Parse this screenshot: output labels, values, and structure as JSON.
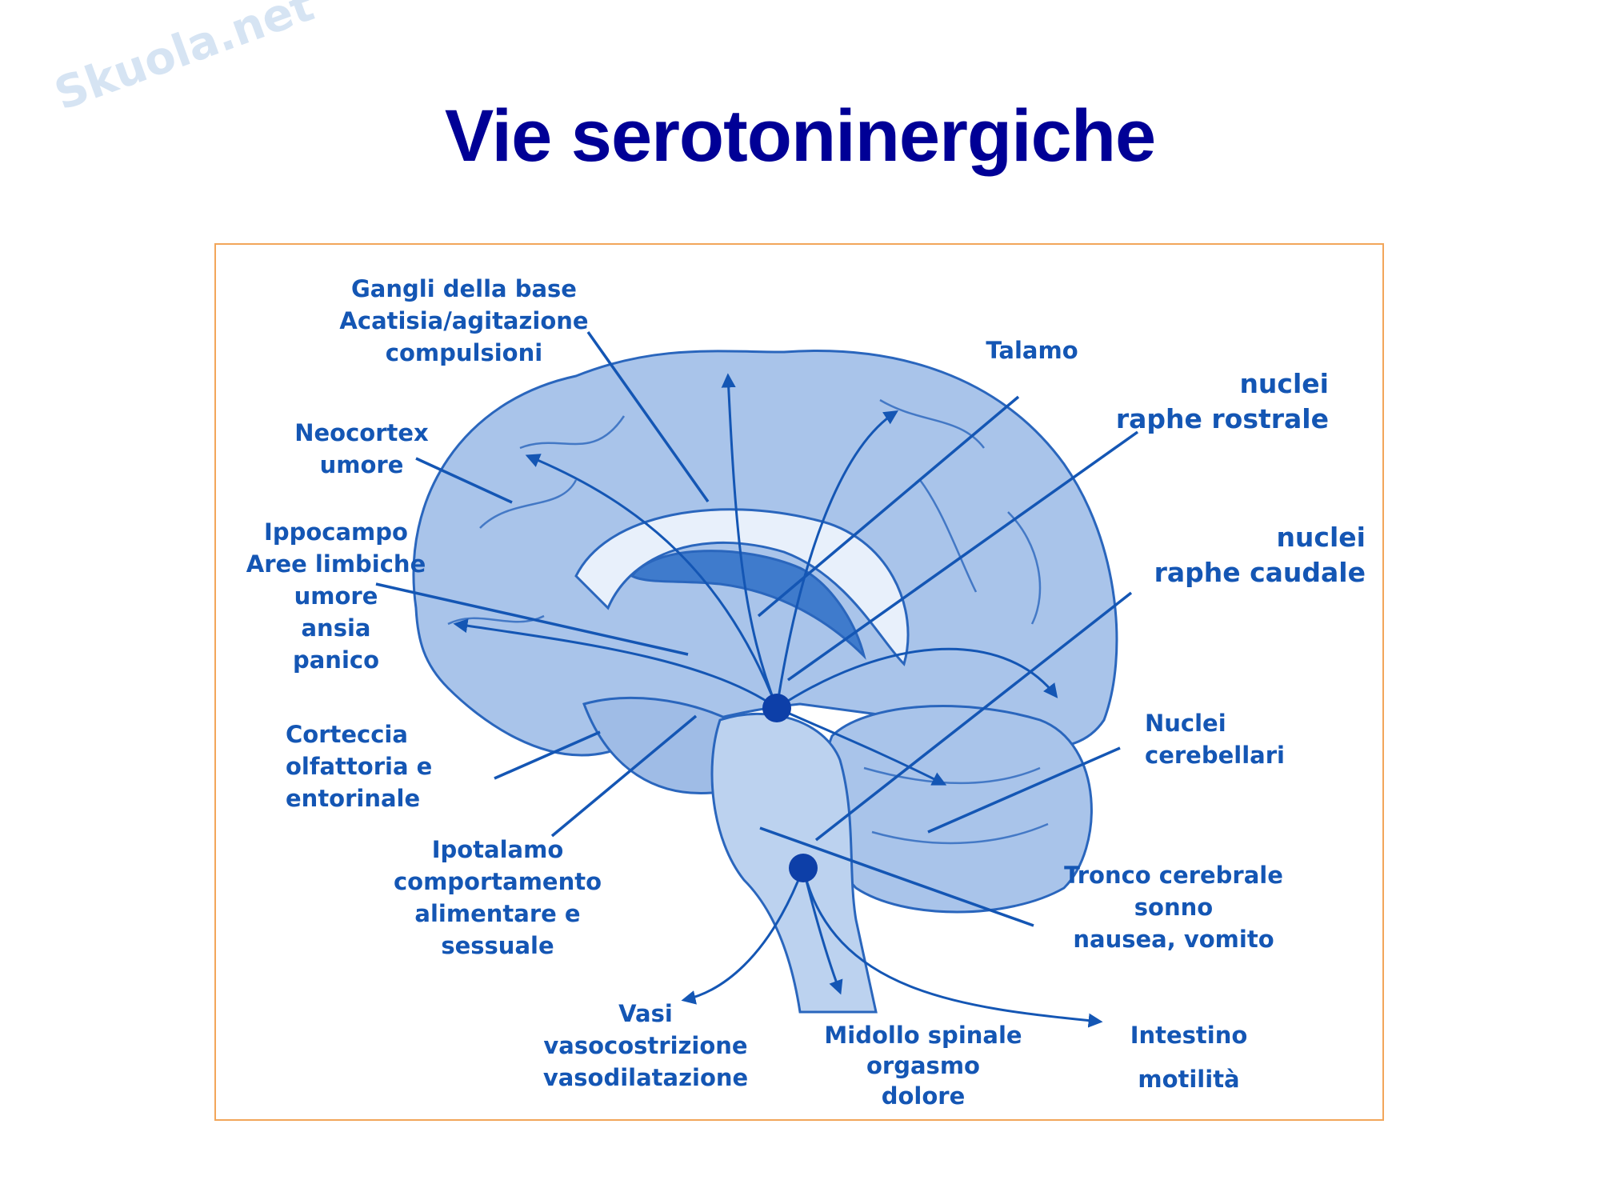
{
  "title": "Vie serotoninergiche",
  "watermark": "Skuola.net",
  "colors": {
    "title": "#000096",
    "label": "#1456b4",
    "frame": "#f2a65a",
    "brain": "#a9c4ea"
  },
  "labels": {
    "gangli": [
      "Gangli della base",
      "Acatisia/agitazione",
      "compulsioni"
    ],
    "neocortex": [
      "Neocortex",
      "umore"
    ],
    "ippocampo": [
      "Ippocampo",
      "Aree limbiche",
      "umore",
      "ansia",
      "panico"
    ],
    "corteccia": [
      "Corteccia",
      "olfattoria e",
      "entorinale"
    ],
    "ipotalamo": [
      "Ipotalamo",
      "comportamento",
      "alimentare e",
      "sessuale"
    ],
    "vasi": [
      "Vasi",
      "vasocostrizione",
      "vasodilatazione"
    ],
    "midollo": [
      "Midollo spinale",
      "orgasmo",
      "dolore"
    ],
    "intestino": [
      "Intestino",
      "motilità"
    ],
    "tronco": [
      "Tronco cerebrale",
      "sonno",
      "nausea, vomito"
    ],
    "cerebellari": [
      "Nuclei",
      "cerebellari"
    ],
    "caudale": [
      "nuclei",
      "raphe caudale"
    ],
    "rostrale": [
      "nuclei",
      "raphe rostrale"
    ],
    "talamo": [
      "Talamo"
    ]
  }
}
